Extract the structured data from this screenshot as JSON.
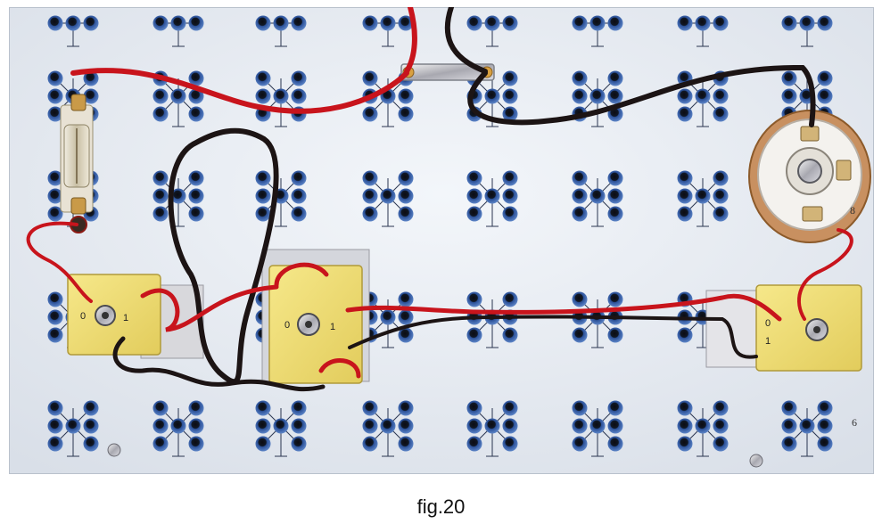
{
  "figure": {
    "caption": "fig.20",
    "board_labels": {
      "right_numeral_upper": "8",
      "right_numeral_lower": "6",
      "switch_a_zero": "0",
      "switch_a_one": "1",
      "switch_b_zero": "0",
      "switch_b_one": "1",
      "switch_c_zero": "0",
      "switch_c_one": "1"
    },
    "colors": {
      "board": "#eef2f7",
      "socket_ring": "#3b66b0",
      "red_wire": "#c8141c",
      "black_wire": "#1c1414",
      "module_plate": "#f2e07a"
    }
  }
}
